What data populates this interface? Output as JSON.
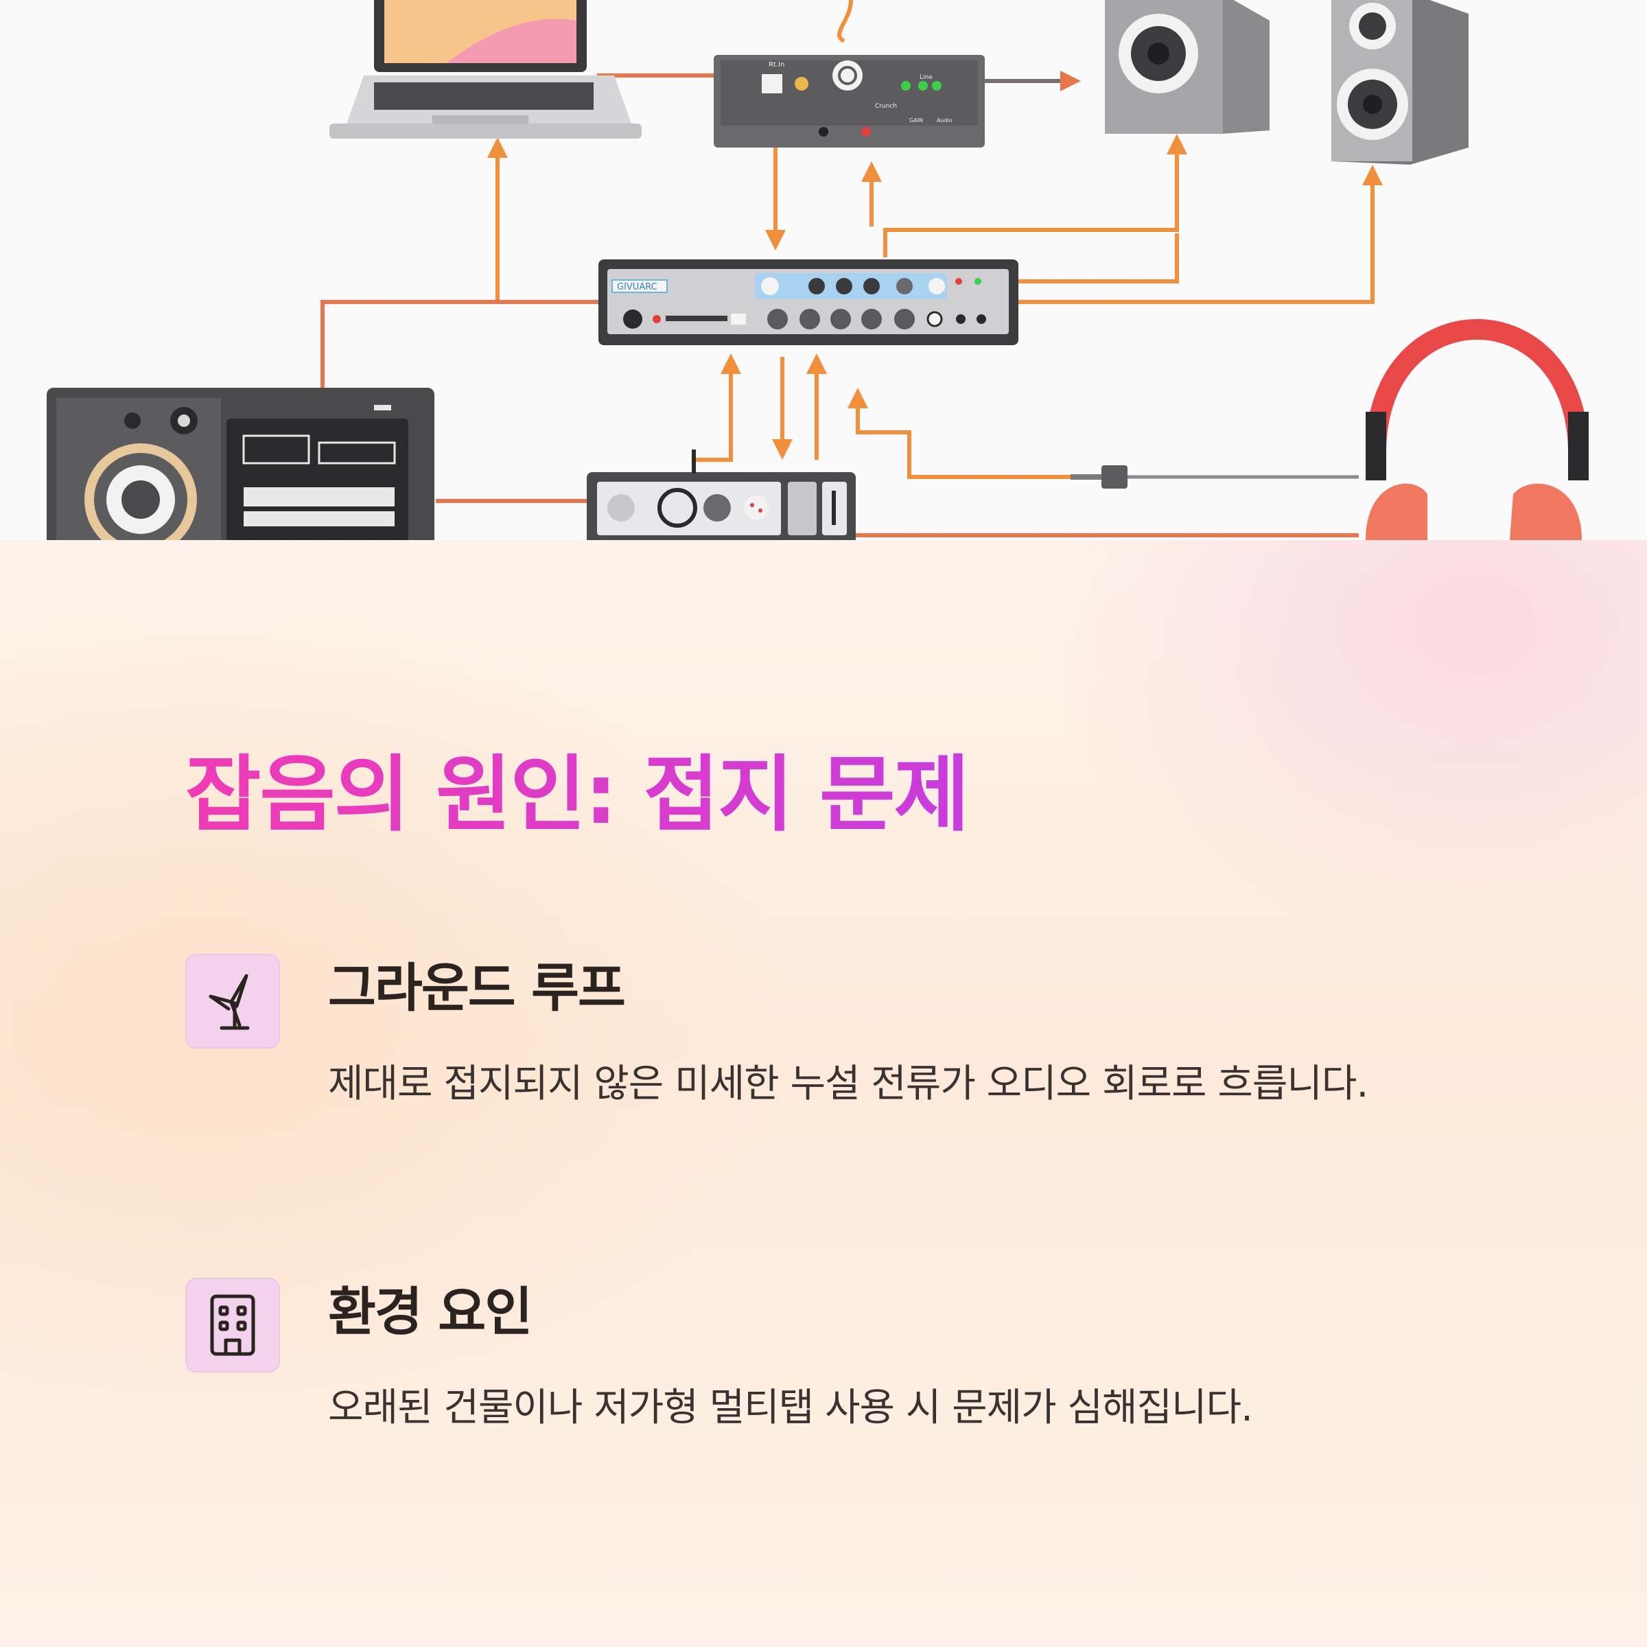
{
  "hero_image": {
    "labels": {
      "interface_brand": "GIVUARC",
      "dac_top": "Rt.In",
      "dac_line": "Line",
      "dac_crunch": "Crunch",
      "dac_gain": "GAIN",
      "dac_audio": "Audio"
    }
  },
  "title": "잡음의 원인: 접지 문제",
  "items": [
    {
      "icon": "wind-turbine-icon",
      "heading": "그라운드 루프",
      "description": "제대로 접지되지 않은 미세한 누설 전류가 오디오 회로로 흐릅니다."
    },
    {
      "icon": "building-icon",
      "heading": "환경 요인",
      "description": "오래된 건물이나 저가형 멀티탭 사용 시 문제가 심해집니다."
    }
  ],
  "colors": {
    "title_gradient_start": "#f03cb4",
    "title_gradient_end": "#c83cdc",
    "icon_tile": "#f3d2ee",
    "cable_orange": "#f0903c",
    "cable_red": "#e8764c"
  }
}
